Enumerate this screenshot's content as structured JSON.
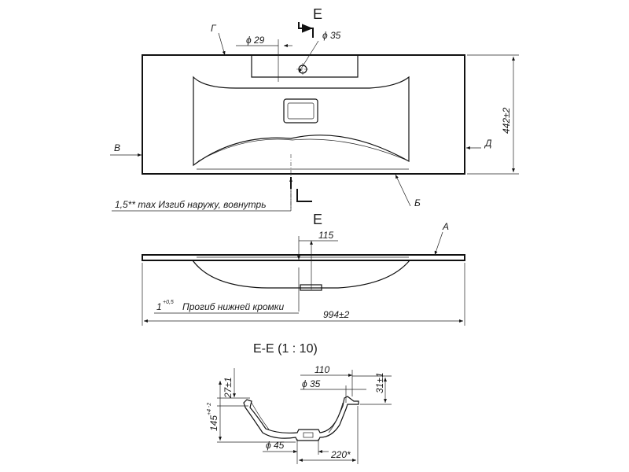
{
  "top_view": {
    "section_mark": "E",
    "edge_g": "Г",
    "edge_d": "Д",
    "edge_v": "В",
    "edge_b": "Б",
    "dia_29": "ϕ 29",
    "dia_35": "ϕ 35",
    "depth_dim": "442±2",
    "bend_note": "1,5** max Изгиб наружу, вовнутрь"
  },
  "front_view": {
    "section_mark": "E",
    "dim_115": "115",
    "edge_a": "A",
    "deflection_value": "1",
    "deflection_tol": "+0,5",
    "deflection_note": "Прогиб нижней кромки",
    "width_dim": "994±2"
  },
  "section_view": {
    "title": "E-E (1 : 10)",
    "dim_110": "110",
    "dia_35": "ϕ 35",
    "dim_31": "31±1",
    "dim_27": "27±1",
    "dim_145": "145",
    "dim_145_tol": "+4 -2",
    "dia_45": "ϕ 45",
    "dim_220": "220*"
  }
}
